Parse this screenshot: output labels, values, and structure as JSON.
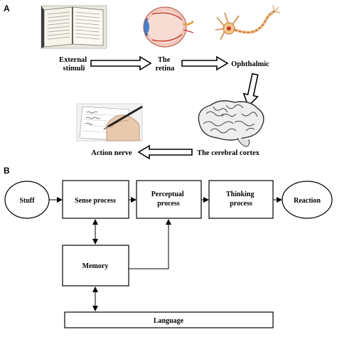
{
  "panel_a": {
    "label": "A",
    "nodes": {
      "external_stimuli": [
        "External",
        "stimuli"
      ],
      "retina": [
        "The",
        "retina"
      ],
      "ophthalmic": "Ophthalmic",
      "cerebral_cortex": "The cerebral cortex",
      "action_nerve": "Action nerve"
    },
    "images": [
      "book-image",
      "eye-image",
      "neuron-image",
      "brain-image",
      "writing-hand-image"
    ]
  },
  "panel_b": {
    "label": "B",
    "nodes": {
      "stuff": "Stuff",
      "sense_process": "Sense process",
      "perceptual_process": [
        "Perceptual",
        "process"
      ],
      "thinking_process": [
        "Thinking",
        "process"
      ],
      "reaction": "Reaction",
      "memory": "Memory",
      "language": "Language"
    }
  }
}
